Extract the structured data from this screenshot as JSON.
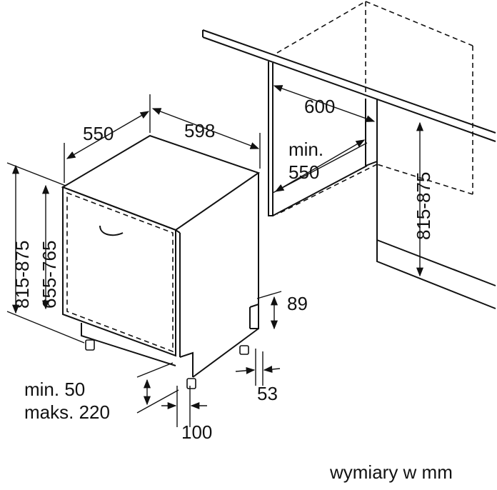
{
  "dimensions": {
    "depth": "550",
    "width": "598",
    "niche_width": "600",
    "min_depth_line1": "min.",
    "min_depth_line2": "550",
    "niche_height": "815-875",
    "height_outer": "815-875",
    "height_inner": "655-765",
    "plinth_height": "89",
    "plinth_depth": "53",
    "door_gap_line1": "min. 50",
    "door_gap_line2": "maks. 220",
    "foot_offset": "100"
  },
  "units_note": "wymiary w mm"
}
